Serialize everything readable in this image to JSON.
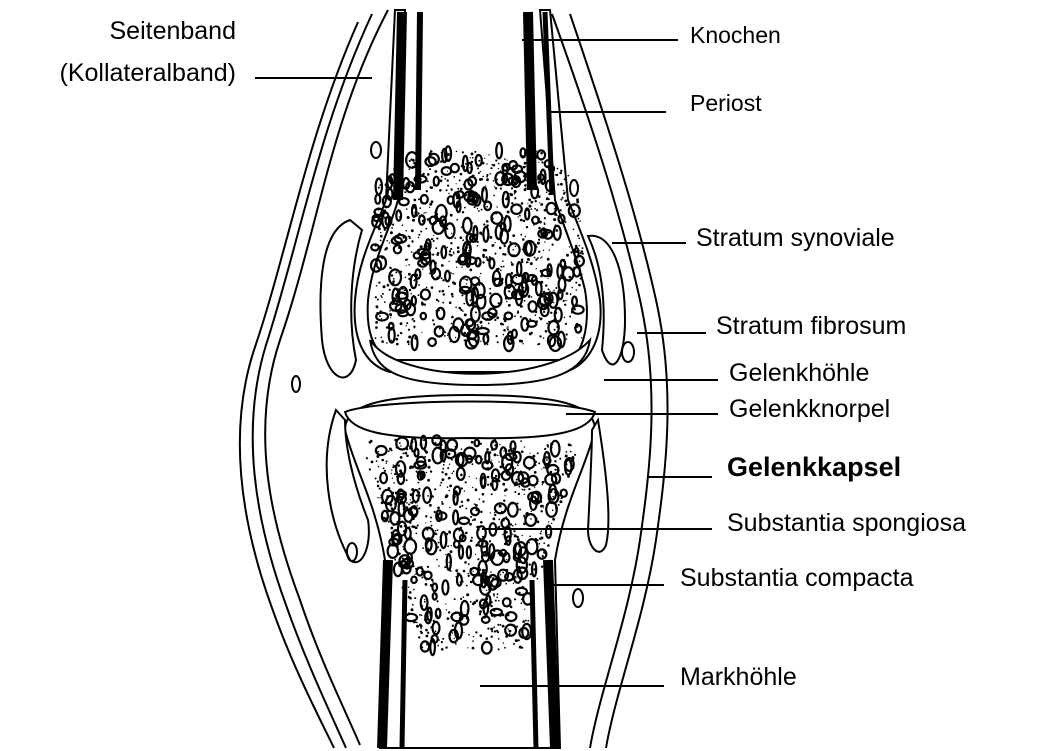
{
  "diagram": {
    "labels": {
      "seitenband_line1": "Seitenband",
      "seitenband_line2": "(Kollateralband)",
      "knochen": "Knochen",
      "periost": "Periost",
      "stratum_synoviale": "Stratum synoviale",
      "stratum_fibrosum": "Stratum fibrosum",
      "gelenkhoehle": "Gelenkhöhle",
      "gelenkknorpel": "Gelenkknorpel",
      "gelenkkapsel": "Gelenkkapsel",
      "substantia_spongiosa": "Substantia spongiosa",
      "substantia_compacta": "Substantia compacta",
      "markhoehle": "Markhöhle"
    },
    "colors": {
      "ink": "#000000",
      "paper": "#ffffff"
    }
  }
}
